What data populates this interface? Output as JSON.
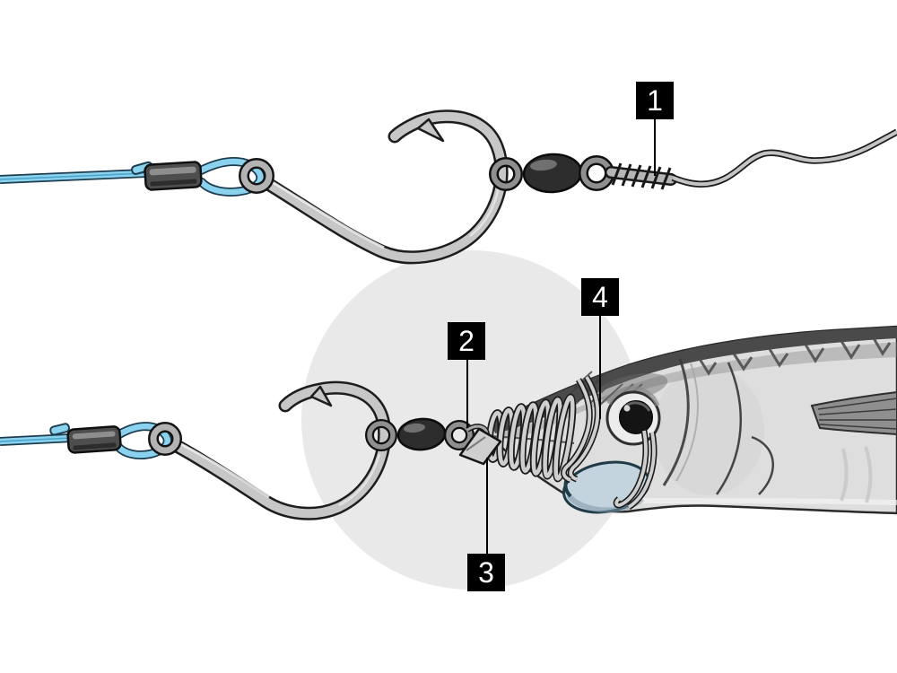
{
  "diagram": {
    "callouts": [
      {
        "number": "1"
      },
      {
        "number": "2"
      },
      {
        "number": "3"
      },
      {
        "number": "4"
      }
    ],
    "colors": {
      "background": "#ffffff",
      "backdrop_circle": "#e9e9e9",
      "callout_background": "#000000",
      "callout_text": "#ffffff",
      "leader_line": "#000000",
      "mono_line_blue": "#8ad2ee",
      "mono_line_outline": "#1d3d50",
      "hook_metal": "#c7c7c7",
      "swivel_barrel": "#2d2d2d",
      "wire_metal": "#c4c4c4",
      "fish_body": "#dedede",
      "fish_back": "#4a4a4a",
      "bait_chin_blue": "#c3d4df"
    },
    "parts": [
      "backdrop-circle",
      "main-line",
      "crimp-sleeve",
      "line-loop",
      "circle-hook",
      "barrel-swivel",
      "haywire-twist",
      "wire-leader",
      "snap-clip",
      "bait-pin",
      "wire-wraps",
      "baitfish"
    ]
  }
}
